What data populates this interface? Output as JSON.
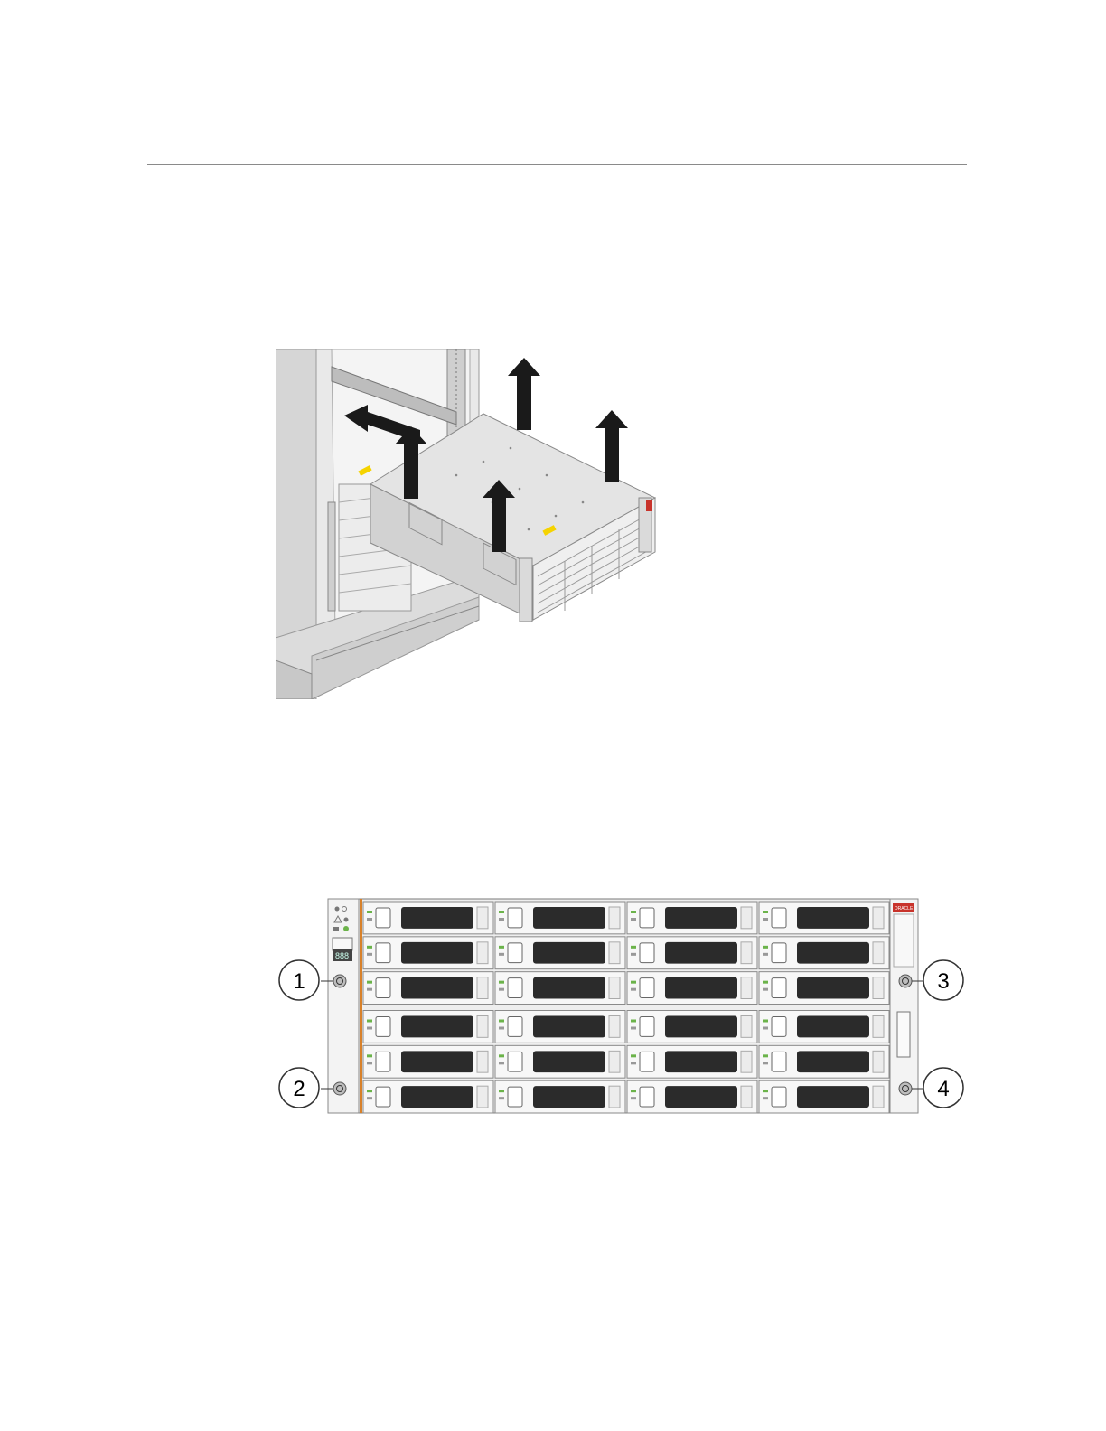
{
  "page": {
    "background": "#ffffff",
    "rule_color": "#8a8a8a"
  },
  "figure_rack": {
    "icons": [
      "rack-cabinet-icon",
      "chassis-icon",
      "up-arrow-icon",
      "left-arrow-icon"
    ],
    "colors": {
      "metal": "#d9d9d9",
      "metal_dark": "#9a9a9a",
      "arrow": "#1a1a1a",
      "warning_label": "#f5d300",
      "oracle_red": "#c8332b"
    }
  },
  "figure_front": {
    "callouts": [
      {
        "label": "1"
      },
      {
        "label": "2"
      },
      {
        "label": "3"
      },
      {
        "label": "4"
      }
    ],
    "drive_grid": {
      "rows": 6,
      "columns": 4
    },
    "brand": "ORACLE",
    "colors": {
      "bezel": "#e6e6e6",
      "drive_grille": "#2b2b2b",
      "accent": "#d8812a",
      "oracle_red": "#c8332b"
    }
  }
}
